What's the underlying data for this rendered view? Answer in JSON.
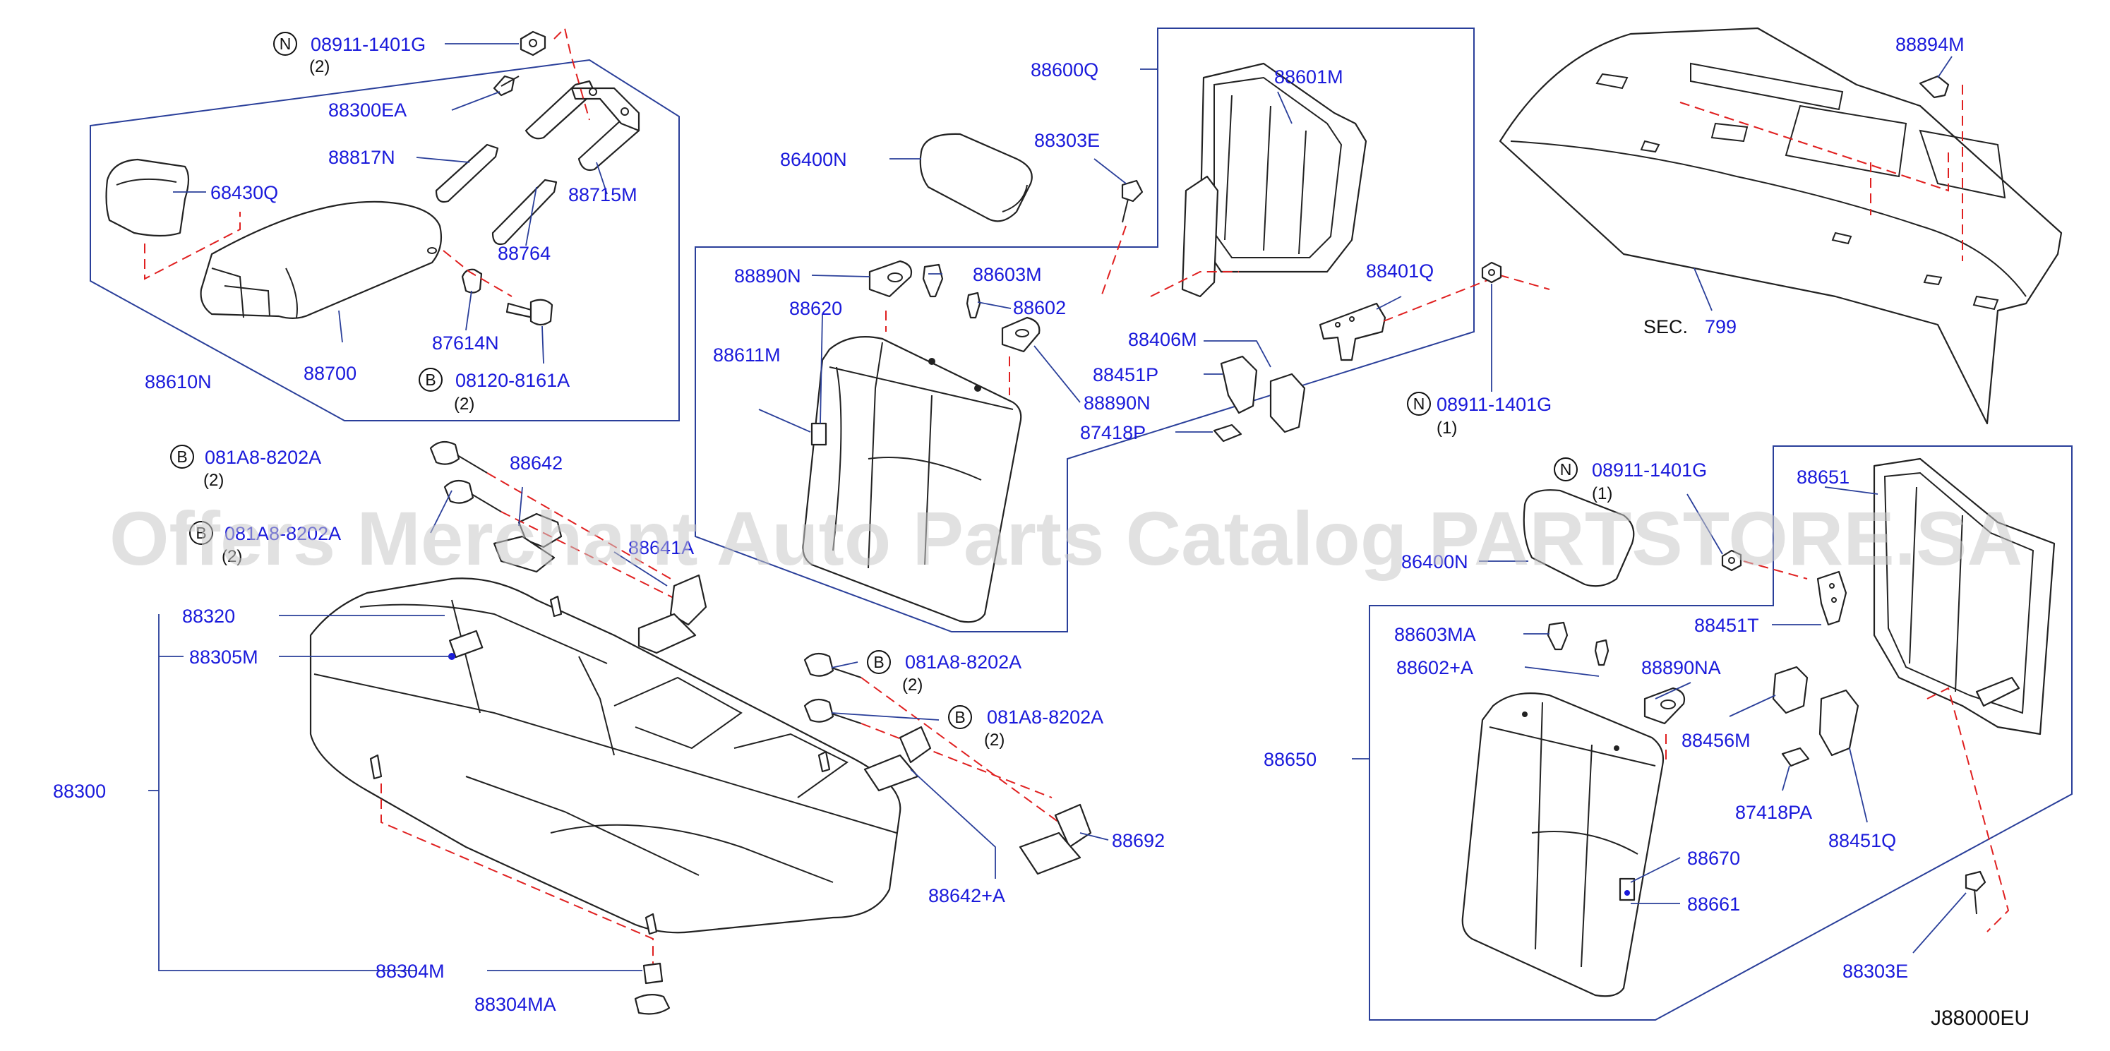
{
  "diagram": {
    "code": "J88000EU",
    "watermark": "Offers Merchant Auto Parts Catalog PARTSTORE.SA",
    "section_ref": {
      "prefix": "SEC.",
      "number": "799"
    },
    "labels": {
      "p08911_1401G_a": "08911-1401G",
      "p08911_1401G_a_qty": "(2)",
      "p88300EA": "88300EA",
      "p88817N": "88817N",
      "p88715M": "88715M",
      "p68430Q": "68430Q",
      "p88764": "88764",
      "p87614N": "87614N",
      "p88700": "88700",
      "p88610N": "88610N",
      "p08120_8161A": "08120-8161A",
      "p08120_8161A_qty": "(2)",
      "p88600Q": "88600Q",
      "p88601M": "88601M",
      "p86400N_a": "86400N",
      "p88303E_a": "88303E",
      "p88890N_a": "88890N",
      "p88603M": "88603M",
      "p88602": "88602",
      "p88620": "88620",
      "p88611M": "88611M",
      "p88890N_b": "88890N",
      "p88401Q": "88401Q",
      "p88406M": "88406M",
      "p88451P": "88451P",
      "p87418P": "87418P",
      "p08911_1401G_b": "08911-1401G",
      "p08911_1401G_b_qty": "(1)",
      "p88894M": "88894M",
      "p081A8_a": "081A8-8202A",
      "p081A8_a_qty": "(2)",
      "p88642": "88642",
      "p081A8_b": "081A8-8202A",
      "p081A8_b_qty": "(2)",
      "p88641A": "88641A",
      "p88320": "88320",
      "p88305M": "88305M",
      "p88300": "88300",
      "p88304M": "88304M",
      "p88304MA": "88304MA",
      "p081A8_c": "081A8-8202A",
      "p081A8_c_qty": "(2)",
      "p081A8_d": "081A8-8202A",
      "p081A8_d_qty": "(2)",
      "p88692": "88692",
      "p88642A": "88642+A",
      "p08911_1401G_c": "08911-1401G",
      "p08911_1401G_c_qty": "(1)",
      "p86400N_b": "86400N",
      "p88651": "88651",
      "p88603MA": "88603MA",
      "p88602A": "88602+A",
      "p88890NA": "88890NA",
      "p88451T": "88451T",
      "p88650": "88650",
      "p88456M": "88456M",
      "p87418PA": "87418PA",
      "p88451Q": "88451Q",
      "p88670": "88670",
      "p88661": "88661",
      "p88303E_b": "88303E"
    },
    "callout_letters": {
      "nut": "N",
      "bolt": "B"
    },
    "colors": {
      "label": "#1a1adb",
      "leader": "#2a3f9a",
      "dash": "#e02020",
      "outline": "#222222"
    }
  }
}
